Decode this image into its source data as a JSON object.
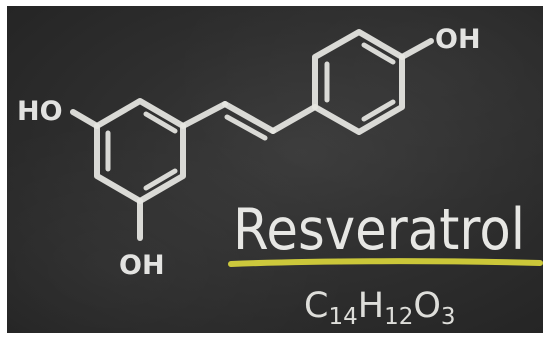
{
  "compound": {
    "name": "Resveratrol",
    "formula": {
      "parts": [
        {
          "text": "C",
          "sub": false
        },
        {
          "text": "14",
          "sub": true
        },
        {
          "text": "H",
          "sub": false
        },
        {
          "text": "12",
          "sub": true
        },
        {
          "text": "O",
          "sub": false
        },
        {
          "text": "3",
          "sub": true
        }
      ]
    }
  },
  "structure": {
    "labels": {
      "oh_top_right": "OH",
      "ho_left": "HO",
      "oh_bottom": "OH"
    }
  },
  "colors": {
    "chalk": "#e6e6e2",
    "underline": "#d4d03a",
    "board": "#2f2f2f"
  }
}
